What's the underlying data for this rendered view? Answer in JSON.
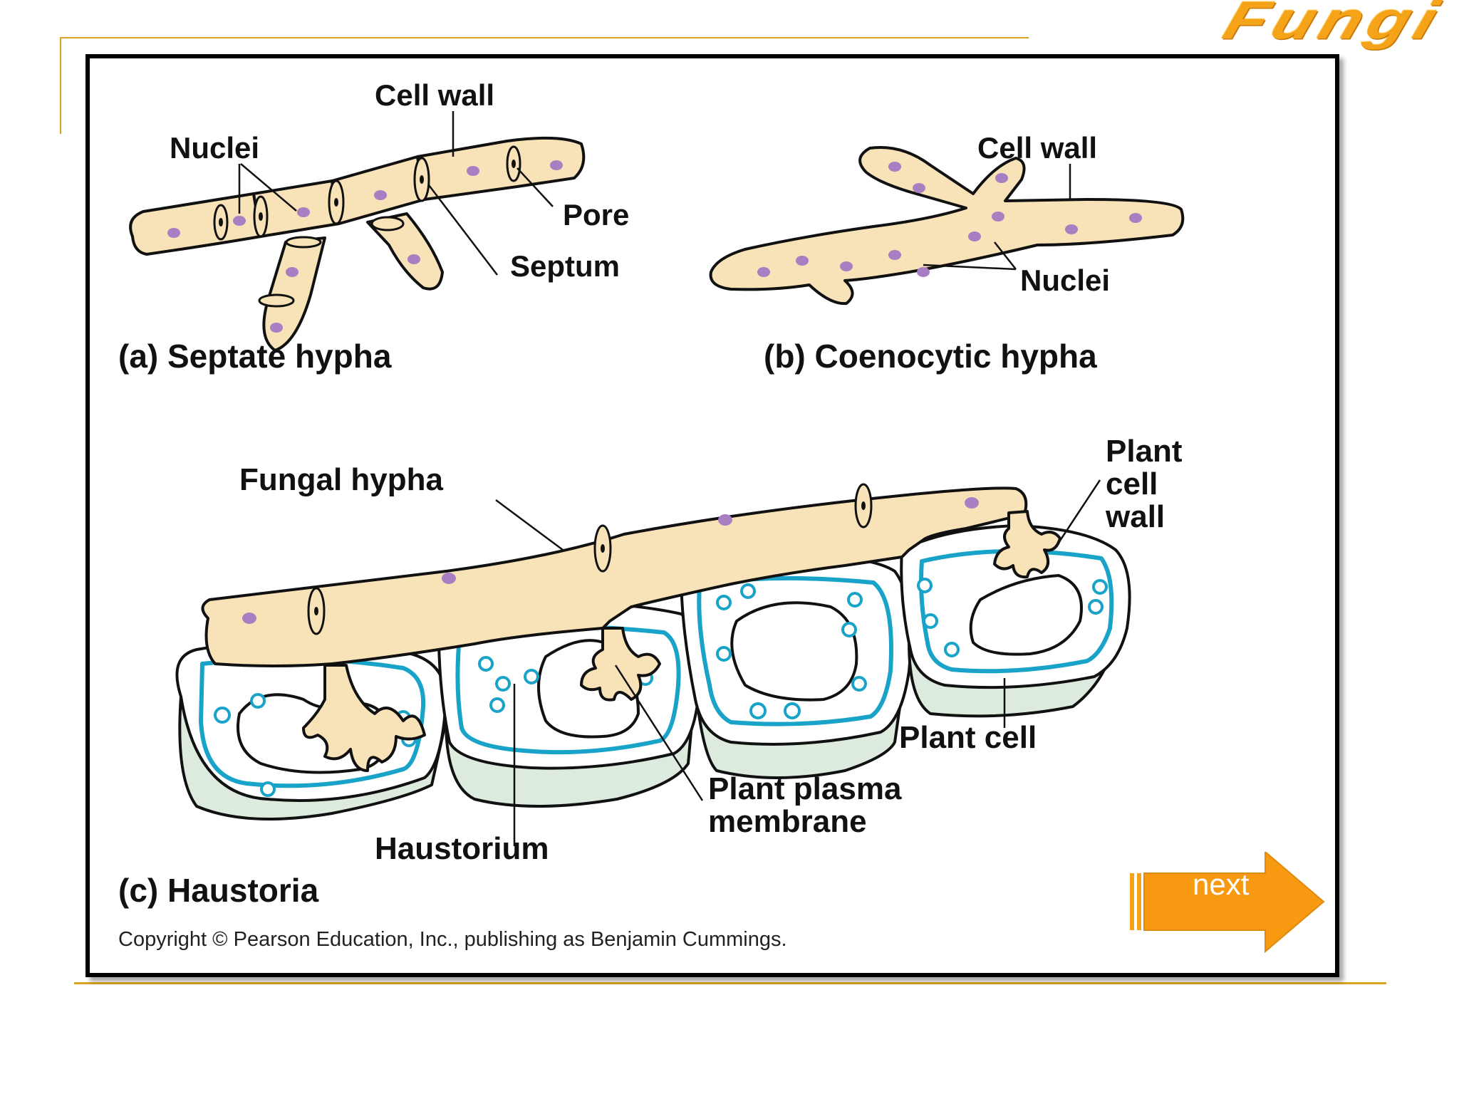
{
  "slide": {
    "title": "Fungi",
    "next_label": "next",
    "accent_color": "#f5a41a",
    "rule_color": "#d9a520"
  },
  "figure": {
    "panel_a": {
      "caption": "(a) Septate hypha",
      "labels": {
        "cell_wall": "Cell wall",
        "nuclei": "Nuclei",
        "pore": "Pore",
        "septum": "Septum"
      }
    },
    "panel_b": {
      "caption": "(b) Coenocytic hypha",
      "labels": {
        "cell_wall": "Cell wall",
        "nuclei": "Nuclei"
      }
    },
    "panel_c": {
      "caption": "(c) Haustoria",
      "labels": {
        "fungal_hypha": "Fungal hypha",
        "plant_cell_wall": [
          "Plant",
          "cell",
          "wall"
        ],
        "plant_cell": "Plant cell",
        "plant_plasma_membrane": [
          "Plant plasma",
          "membrane"
        ],
        "haustorium": "Haustorium"
      }
    },
    "copyright": "Copyright © Pearson Education, Inc., publishing as Benjamin Cummings.",
    "colors": {
      "hypha_fill": "#f8e3b8",
      "hypha_stroke": "#111111",
      "nucleus": "#a97fc4",
      "membrane": "#1aa3c8",
      "cell_side": "#dcebdd"
    }
  }
}
